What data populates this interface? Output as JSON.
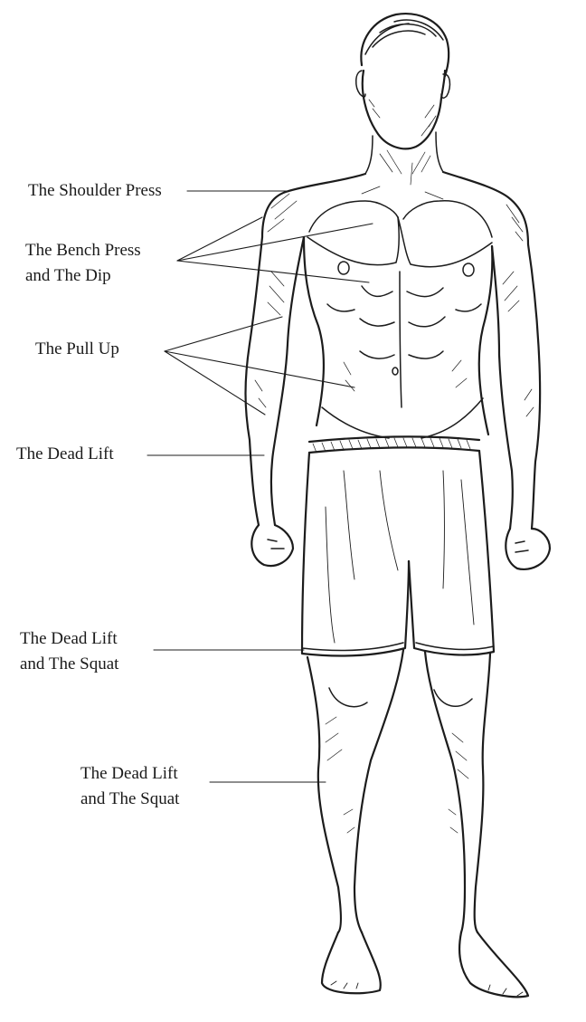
{
  "labels": {
    "shoulder": "The Shoulder Press",
    "bench_1": "The Bench Press",
    "bench_2": "and The Dip",
    "pullup": "The Pull Up",
    "deadlift": "The Dead Lift",
    "thigh_1": "The Dead Lift",
    "thigh_2": "and The Squat",
    "calf_1": "The Dead Lift",
    "calf_2": "and The Squat"
  },
  "colors": {
    "ink": "#1c1c1c",
    "background": "#ffffff"
  }
}
